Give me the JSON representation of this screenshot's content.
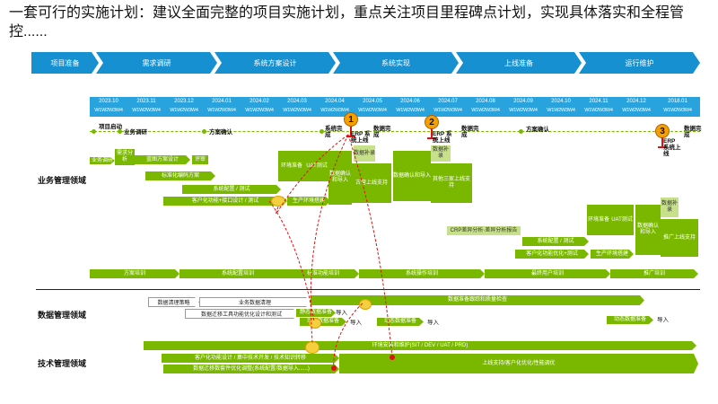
{
  "title": "一套可行的实施计划：建议全面完整的项目实施计划，重点关注项目里程碑点计划，实现具体落实和全程管控......",
  "phases": [
    "项目准备",
    "需求调研",
    "系统方案设计",
    "系统实现",
    "上线准备",
    "运行维护"
  ],
  "months": [
    "2023.10",
    "2023.11",
    "2023.12",
    "2024.01",
    "2024.02",
    "2024.03",
    "2024.04",
    "2024.05",
    "2024.06",
    "2024.07",
    "2024.08",
    "2024.09",
    "2024.10",
    "2024.11",
    "2024.12",
    "2018.01"
  ],
  "weeks_label": "W1W2W3W4",
  "areas": {
    "business": "业务管理领域",
    "data": "数据管理领域",
    "tech": "技术管理领域"
  },
  "milestones": {
    "m1": "1",
    "m2": "2",
    "m3": "3",
    "kickoff": "项目启动",
    "survey": "业务调研",
    "plan_confirm": "方案确认",
    "sys_done1": "系统完成",
    "erp_live1": "ERP 系统上线",
    "data_done1": "数据完成",
    "erp_live2": "ERP 系统上线",
    "data_done2": "数据完成",
    "plan_confirm2": "方案确认",
    "data_done3": "数据完成",
    "erp_live3": "ERP 系统上线"
  },
  "business_tasks": {
    "biz_survey": "业务调研",
    "req_analysis": "需求分析",
    "blueprint": "蓝图方案设计",
    "review": "评审",
    "std_plan": "标准化编码方案",
    "sys_config": "系统配置 / 测试",
    "custom_dev": "客户化功能+接口设计 / 测试",
    "prod_env": "生产环境搭建",
    "env_ready": "环境准备",
    "uat": "UAT测试",
    "data_confirm": "数据确认和导入",
    "data_patch": "数据补录",
    "old_support": "古营上线支持",
    "data_confirm2": "数据确认和导入",
    "other_support": "其他三家上线支持",
    "data_patch2": "数据补录",
    "crp": "CRP差异分析·差异分析报告",
    "sys_config2": "系统配置 / 测试",
    "custom_opt": "客户化功能优化+测试",
    "prod_env2": "生产环境搭建",
    "env_ready2": "环境准备",
    "uat2": "UAT测试",
    "data_confirm3": "数据确认和导入",
    "data_patch3": "数据补录",
    "promo_support": "推广上线支持",
    "train1": "方案培训",
    "train2": "系统配置培训",
    "train3": "标准功能培训",
    "train4": "系统操作培训",
    "train5": "最终用户培训",
    "train6": "推广培训"
  },
  "data_tasks": {
    "clean_strategy": "数据清理策略",
    "biz_clean": "业务数据清理",
    "migration_tool": "数据迁移工具功能优化设计和测试",
    "static_prep": "静态数据准备",
    "import": "导入",
    "dynamic_prep": "动态数据准备",
    "import2": "导入",
    "dynamic_prep2": "动态数据准备",
    "import3": "导入",
    "dynamic_prep3": "动态数据准备",
    "import4": "导入",
    "quality_check": "数据准备跟踪和质量检查"
  },
  "tech_tasks": {
    "env_install": "环境安装和维护(SIT / DEV / UAT / PRD)",
    "custom_design": "客户化功能设计 / 集中技术开发 / 技术知识转移",
    "golive_support": "上线支持/客户化优化/性能调优",
    "migration_opt": "数据迁移数套件优化调整(系统配置/数据导入......)"
  },
  "colors": {
    "phase": "#1690d0",
    "month": "#29a3de",
    "task": "#7ab800",
    "milestone": "#f4a000",
    "arrow": "#e01010"
  }
}
